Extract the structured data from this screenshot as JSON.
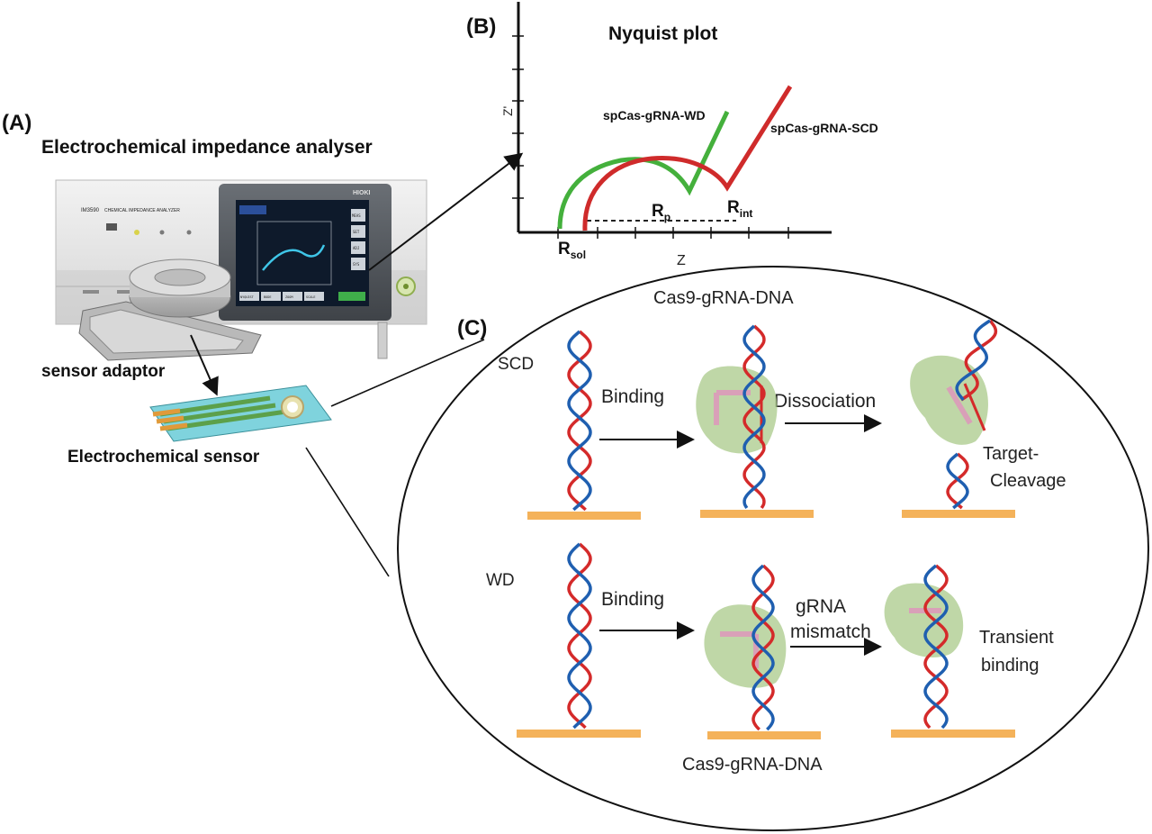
{
  "panel_a": {
    "label": "(A)",
    "title": "Electrochemical impedance analyser",
    "adaptor_label": "sensor adaptor",
    "sensor_label": "Electrochemical sensor",
    "device_brand": "HIOKI",
    "device_model": "IM3590",
    "device_subtitle": "CHEMICAL IMPEDANCE ANALYZER",
    "screen_menu": [
      "MEAS",
      "SET",
      "ADJ",
      "SYS"
    ],
    "screen_buttons": [
      "NYQUIST",
      "BODE",
      "ZOOM",
      "SCALE"
    ]
  },
  "panel_b": {
    "label": "(B)",
    "title": "Nyquist plot",
    "y_axis_label": "Z'",
    "x_axis_label": "Z",
    "series": [
      {
        "name": "spCas-gRNA-WD",
        "color": "#44b03c"
      },
      {
        "name": "spCas-gRNA-SCD",
        "color": "#cf2b2b"
      }
    ],
    "annotations": {
      "r_sol": "R",
      "r_sol_sub": "sol",
      "r_p": "R",
      "r_p_sub": "p",
      "r_int": "R",
      "r_int_sub": "int"
    }
  },
  "panel_c": {
    "label": "(C)",
    "top_caption": "Cas9-gRNA-DNA",
    "bottom_caption": "Cas9-gRNA-DNA",
    "scd_row": {
      "label": "SCD",
      "step1": "Binding",
      "step2": "Dissociation",
      "result_line1": "Target-",
      "result_line2": "Cleavage"
    },
    "wd_row": {
      "label": "WD",
      "step1": "Binding",
      "step2_line1": "gRNA",
      "step2_line2": "mismatch",
      "result_line1": "Transient",
      "result_line2": "binding"
    }
  },
  "colors": {
    "dna_red": "#d42a2a",
    "dna_blue": "#1f5fb0",
    "substrate": "#f4b25a",
    "protein": "#a9c98a",
    "grna": "#d9a0b8"
  }
}
